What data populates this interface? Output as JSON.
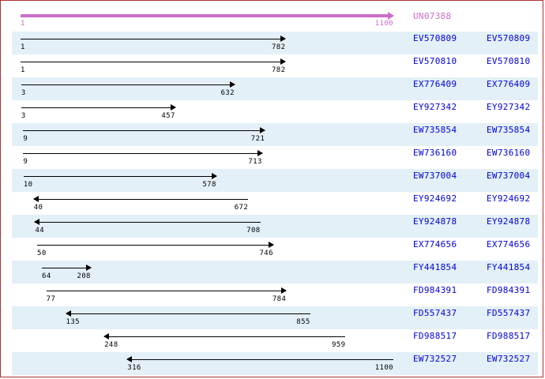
{
  "query": {
    "id": "UN07388",
    "start": 1,
    "end": 1100,
    "start_label": "1",
    "end_label": "1100",
    "color": "#cc6ec8"
  },
  "axis": {
    "min": 1,
    "max": 1100
  },
  "style": {
    "band_color": "#e3f0f7",
    "border_color": "#a83232",
    "hit_label_color": "#0000dd",
    "arrow_color": "#000000",
    "background": "#ffffff"
  },
  "chart_data": {
    "type": "alignment-map",
    "title": "UN07388",
    "xlabel": "",
    "ylabel": "",
    "xlim": [
      1,
      1100
    ],
    "grid": false,
    "legend": ""
  },
  "hits": [
    {
      "name": "EV570809",
      "alias": "EV570809",
      "start": 1,
      "end": 782,
      "start_label": "1",
      "end_label": "782",
      "direction": "right",
      "banded": true
    },
    {
      "name": "EV570810",
      "alias": "EV570810",
      "start": 1,
      "end": 782,
      "start_label": "1",
      "end_label": "782",
      "direction": "right",
      "banded": false
    },
    {
      "name": "EX776409",
      "alias": "EX776409",
      "start": 3,
      "end": 632,
      "start_label": "3",
      "end_label": "632",
      "direction": "right",
      "banded": true
    },
    {
      "name": "EY927342",
      "alias": "EY927342",
      "start": 3,
      "end": 457,
      "start_label": "3",
      "end_label": "457",
      "direction": "right",
      "banded": false
    },
    {
      "name": "EW735854",
      "alias": "EW735854",
      "start": 9,
      "end": 721,
      "start_label": "9",
      "end_label": "721",
      "direction": "right",
      "banded": true
    },
    {
      "name": "EW736160",
      "alias": "EW736160",
      "start": 9,
      "end": 713,
      "start_label": "9",
      "end_label": "713",
      "direction": "right",
      "banded": false
    },
    {
      "name": "EW737004",
      "alias": "EW737004",
      "start": 10,
      "end": 578,
      "start_label": "10",
      "end_label": "578",
      "direction": "right",
      "banded": true
    },
    {
      "name": "EY924692",
      "alias": "EY924692",
      "start": 40,
      "end": 672,
      "start_label": "40",
      "end_label": "672",
      "direction": "left",
      "banded": false
    },
    {
      "name": "EY924878",
      "alias": "EY924878",
      "start": 44,
      "end": 708,
      "start_label": "44",
      "end_label": "708",
      "direction": "left",
      "banded": true
    },
    {
      "name": "EX774656",
      "alias": "EX774656",
      "start": 50,
      "end": 746,
      "start_label": "50",
      "end_label": "746",
      "direction": "right",
      "banded": false
    },
    {
      "name": "FY441854",
      "alias": "FY441854",
      "start": 64,
      "end": 208,
      "start_label": "64",
      "end_label": "208",
      "direction": "right",
      "banded": true
    },
    {
      "name": "FD984391",
      "alias": "FD984391",
      "start": 77,
      "end": 784,
      "start_label": "77",
      "end_label": "784",
      "direction": "right",
      "banded": false
    },
    {
      "name": "FD557437",
      "alias": "FD557437",
      "start": 135,
      "end": 855,
      "start_label": "135",
      "end_label": "855",
      "direction": "left",
      "banded": true
    },
    {
      "name": "FD988517",
      "alias": "FD988517",
      "start": 248,
      "end": 959,
      "start_label": "248",
      "end_label": "959",
      "direction": "left",
      "banded": false
    },
    {
      "name": "EW732527",
      "alias": "EW732527",
      "start": 316,
      "end": 1100,
      "start_label": "316",
      "end_label": "1100",
      "direction": "left",
      "banded": true
    }
  ]
}
